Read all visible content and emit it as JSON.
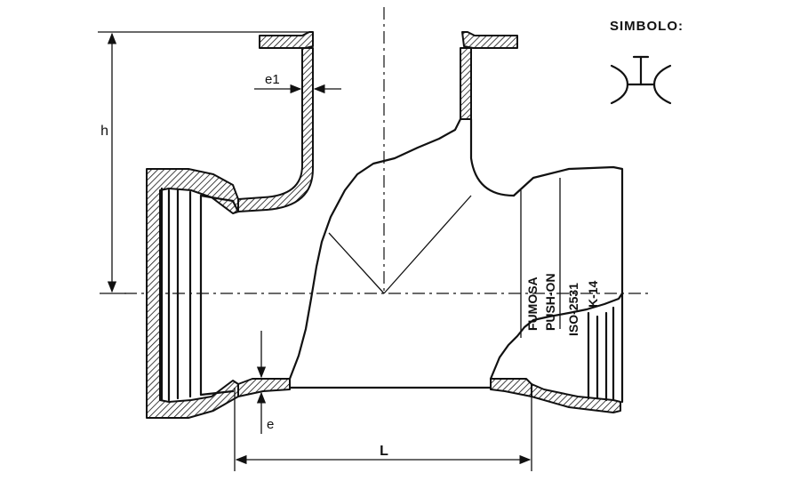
{
  "symbol": {
    "title": "SIMBOLO:"
  },
  "dimensions": {
    "height": "h",
    "length": "L",
    "wall_thickness": "e",
    "branch_wall_thickness": "e1"
  },
  "markings": [
    "FUMOSA",
    "PUSH-ON",
    "ISO-2531",
    "K-14"
  ]
}
